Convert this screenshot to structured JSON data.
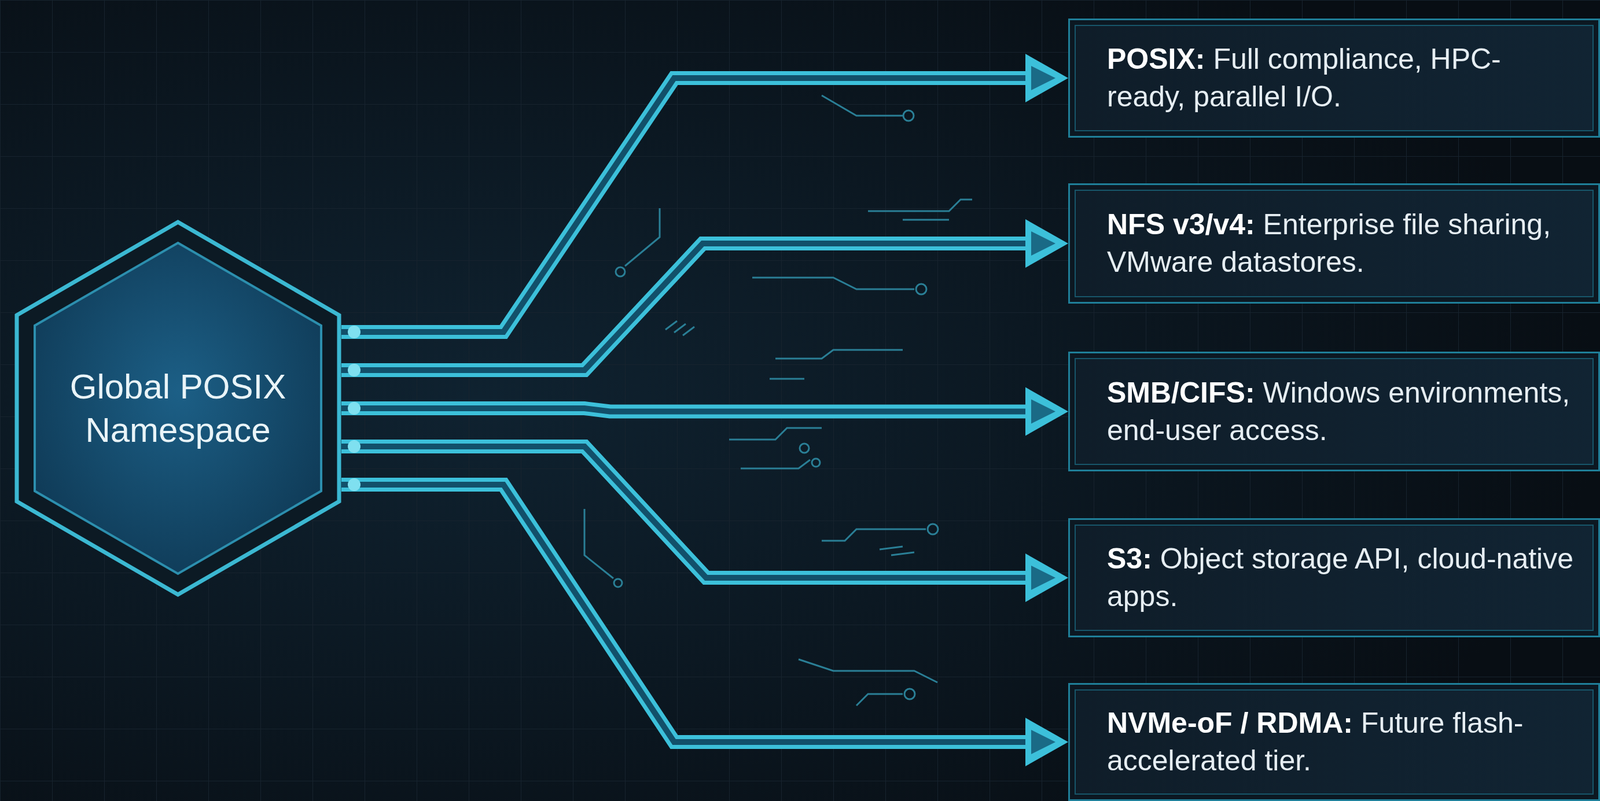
{
  "diagram": {
    "nodes": [
      {
        "text": [
          "Global POSIX Namespace"
        ]
      },
      {
        "text": [
          "POSIX:",
          "Full compliance, HPC-ready, parallel I/O."
        ]
      },
      {
        "text": [
          "NFS v3/v4:",
          "Enterprise file sharing, VMware datastores."
        ]
      },
      {
        "text": [
          "SMB/CIFS:",
          "Windows environments, end-user access."
        ]
      },
      {
        "text": [
          "S3:",
          "Object storage API, cloud-native apps."
        ]
      },
      {
        "text": [
          "NVMe-oF / RDMA:",
          "Future flash-accelerated tier."
        ]
      }
    ],
    "edges": [
      {
        "from": 0,
        "to": 1,
        "arrow": "to"
      },
      {
        "from": 0,
        "to": 2,
        "arrow": "to"
      },
      {
        "from": 0,
        "to": 3,
        "arrow": "to"
      },
      {
        "from": 0,
        "to": 4,
        "arrow": "to"
      },
      {
        "from": 0,
        "to": 5,
        "arrow": "to"
      }
    ]
  }
}
